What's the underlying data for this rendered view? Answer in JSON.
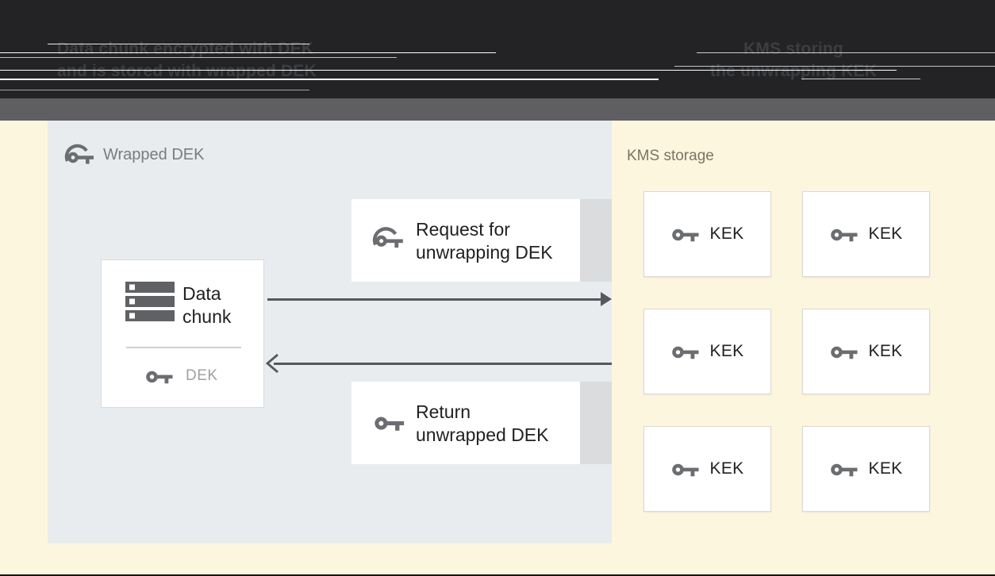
{
  "header": {
    "left_caption": {
      "line1": "Data chunk encrypted with DEK",
      "line2": "and is stored with wrapped DEK"
    },
    "right_caption": {
      "line1": "KMS storing",
      "line2": "the unwrapping KEK"
    }
  },
  "wrapped_dek_panel": {
    "label": "Wrapped DEK",
    "data_chunk_box": {
      "title_line1": "Data",
      "title_line2": "chunk",
      "key_label": "DEK"
    },
    "request_box": {
      "line1": "Request for",
      "line2": "unwrapping DEK"
    },
    "return_box": {
      "line1": "Return",
      "line2": "unwrapped DEK"
    }
  },
  "kms_panel": {
    "label": "KMS storage",
    "kek_boxes": [
      {
        "label": "KEK"
      },
      {
        "label": "KEK"
      },
      {
        "label": "KEK"
      },
      {
        "label": "KEK"
      },
      {
        "label": "KEK"
      },
      {
        "label": "KEK"
      }
    ]
  },
  "icons": {
    "wrapped_key": "wrapped-key-icon",
    "key": "key-icon",
    "data_chunk": "storage-stack-icon",
    "arrow_right": "arrow-right-icon",
    "arrow_left": "arrow-left-icon"
  },
  "colors": {
    "header_bg": "#232325",
    "header_text": "#3b3e42",
    "divider_band": "#5f5f61",
    "page_bg": "#fdf6de",
    "panel_bg": "#e9ecef",
    "box_bg": "#ffffff",
    "box_border": "#d8d9d7",
    "gray_tab": "#dbdcdd",
    "arrow": "#55585c",
    "icon_gray": "#6b6d70",
    "text_dark": "#212124",
    "muted_label": "#797b7d",
    "kms_label": "#7b7464",
    "dek_text": "#9fa1a3"
  }
}
